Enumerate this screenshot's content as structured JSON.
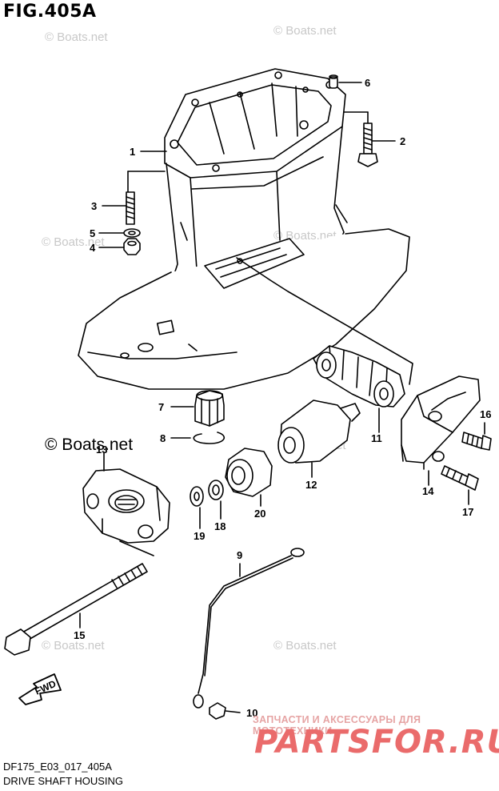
{
  "figure": {
    "title": "FIG.405A",
    "code": "DF175_E03_017_405A",
    "name": "DRIVE SHAFT HOUSING"
  },
  "watermarks": {
    "small": "© Boats.net",
    "large": "© Boats.net"
  },
  "direction_label": "FWD",
  "shop": {
    "tagline": "ЗАПЧАСТИ И АКСЕССУАРЫ ДЛЯ МОТОТЕХНИКИ",
    "logo": "PARTSFOR.RU",
    "color": "#ea6b6b"
  },
  "callouts": [
    "1",
    "2",
    "3",
    "4",
    "5",
    "6",
    "7",
    "8",
    "9",
    "10",
    "11",
    "12",
    "13",
    "14",
    "15",
    "16",
    "17",
    "18",
    "19",
    "20"
  ]
}
